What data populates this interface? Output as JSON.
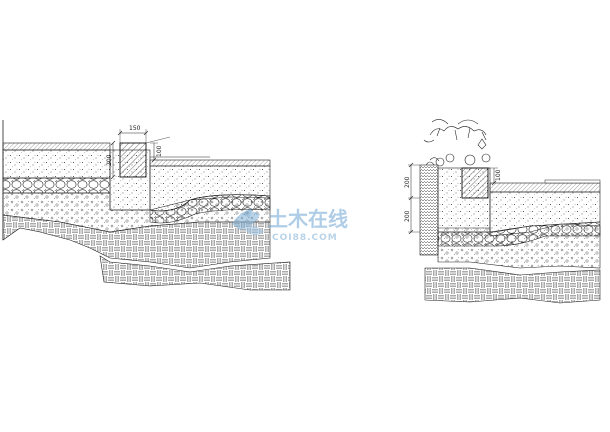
{
  "left_section": {
    "dim_top": "150",
    "dim_curb_height": "200",
    "dim_small": "100"
  },
  "right_section": {
    "dim_outer_top": "200",
    "dim_outer_bottom": "200",
    "dim_small": "100"
  },
  "watermark": {
    "cn": "土木在线",
    "en": "COI88.COM"
  }
}
